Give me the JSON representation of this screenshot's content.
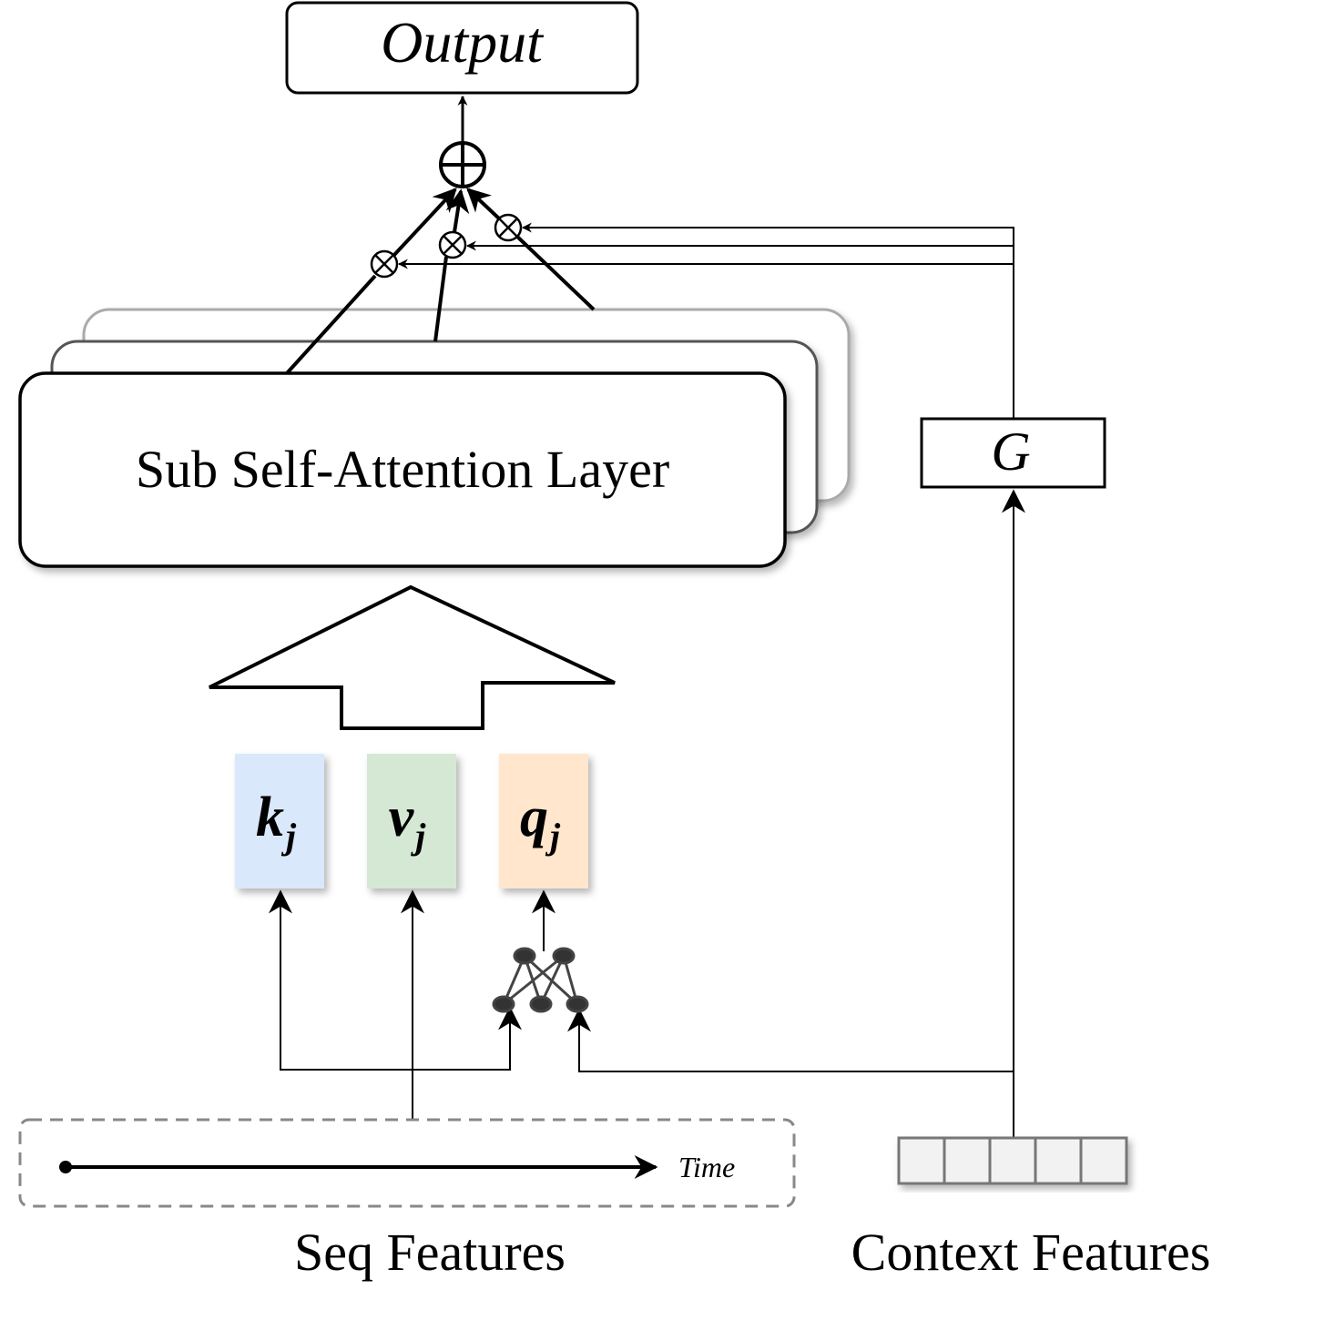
{
  "output_label": "Output",
  "layer_label": "Sub Self-Attention Layer",
  "gate_label": "G",
  "key_label": {
    "base": "k",
    "sub": "j"
  },
  "value_label": {
    "base": "v",
    "sub": "j"
  },
  "query_label": {
    "base": "q",
    "sub": "j"
  },
  "time_label": "Time",
  "seq_features_label": "Seq Features",
  "context_features_label": "Context Features",
  "colors": {
    "key_box": "#dae8fc",
    "value_box": "#d5e8d4",
    "query_box": "#ffe6cc",
    "stroke": "#000000",
    "layer_back": "#aaaaaa",
    "layer_mid": "#555555",
    "dashed_border": "#888888",
    "context_cell": "#f2f2f2",
    "context_border": "#777777",
    "mlp_node": "#333333"
  }
}
